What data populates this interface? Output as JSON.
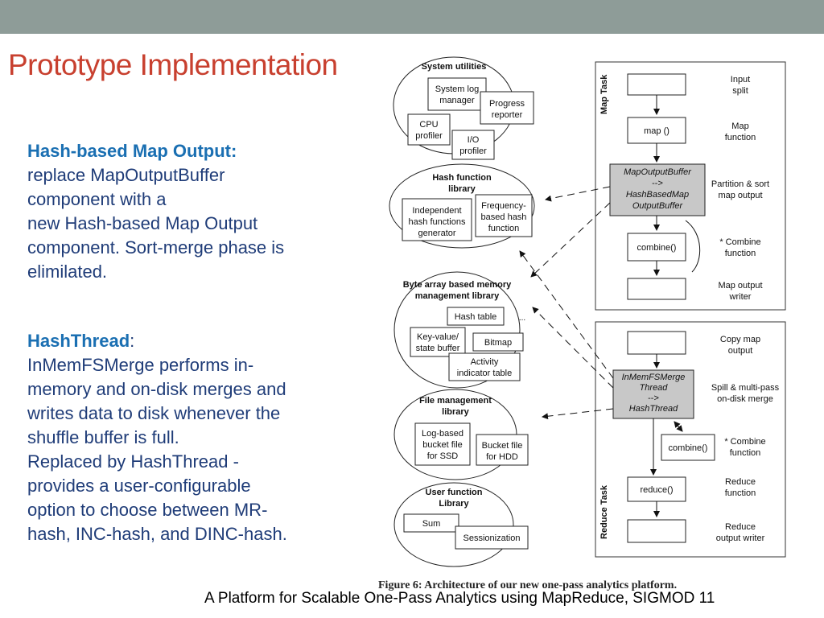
{
  "slide": {
    "title": "Prototype Implementation",
    "footer": "A Platform for Scalable One-Pass Analytics using MapReduce, SIGMOD 11",
    "caption": "Figure 6: Architecture of our new one-pass analytics platform.",
    "colors": {
      "topbar": "#8e9c98",
      "title": "#c8402f",
      "heading": "#1a6fb2",
      "body": "#1f3c78"
    }
  },
  "section1": {
    "heading": "Hash-based Map Output:",
    "lines": [
      "replace MapOutputBuffer",
      "component with a",
      "new Hash-based Map Output",
      "component. Sort-merge phase is",
      "elimilated."
    ]
  },
  "section2": {
    "heading": "HashThread",
    "heading_suffix": ":",
    "lines": [
      "InMemFSMerge performs in-",
      "memory and on-disk merges and",
      "writes data to disk whenever the",
      "shuffle buffer is full.",
      "Replaced by HashThread -",
      "provides a user-configurable",
      "option to choose between MR-",
      "hash, INC-hash, and DINC-hash."
    ]
  },
  "figure": {
    "libraries": {
      "system_utilities": {
        "title": "System utilities",
        "items": [
          "System log",
          "manager",
          "Progress",
          "reporter",
          "CPU",
          "profiler",
          "I/O",
          "profiler"
        ]
      },
      "hash_function": {
        "title1": "Hash function",
        "title2": "library",
        "items": [
          "Independent",
          "hash functions",
          "generator",
          "Frequency-",
          "based hash",
          "function"
        ]
      },
      "byte_array": {
        "title1": "Byte array based memory",
        "title2": "management library",
        "items": [
          "Hash table",
          "...",
          "Key-value/",
          "state buffer",
          "Bitmap",
          "Activity",
          "indicator table"
        ]
      },
      "file_management": {
        "title1": "File management",
        "title2": "library",
        "items": [
          "Log-based",
          "bucket file",
          "for SSD",
          "Bucket file",
          "for HDD"
        ]
      },
      "user_function": {
        "title1": "User function",
        "title2": "Library",
        "items": [
          "Sum",
          "Sessionization"
        ]
      }
    },
    "map_task": {
      "label": "Map Task",
      "steps": [
        "map ()",
        "MapOutputBuffer",
        "-->",
        "HashBasedMap",
        "OutputBuffer",
        "combine()"
      ],
      "notes": [
        "Input",
        "split",
        "Map",
        "function",
        "Partition & sort",
        "map output",
        "* Combine",
        "function",
        "Map output",
        "writer"
      ]
    },
    "reduce_task": {
      "label": "Reduce Task",
      "steps": [
        "InMemFSMerge",
        "Thread",
        "-->",
        "HashThread",
        "combine()",
        "reduce()"
      ],
      "notes": [
        "Copy map",
        "output",
        "Spill & multi-pass",
        "on-disk merge",
        "* Combine",
        "function",
        "Reduce",
        "function",
        "Reduce",
        "output writer"
      ]
    }
  }
}
